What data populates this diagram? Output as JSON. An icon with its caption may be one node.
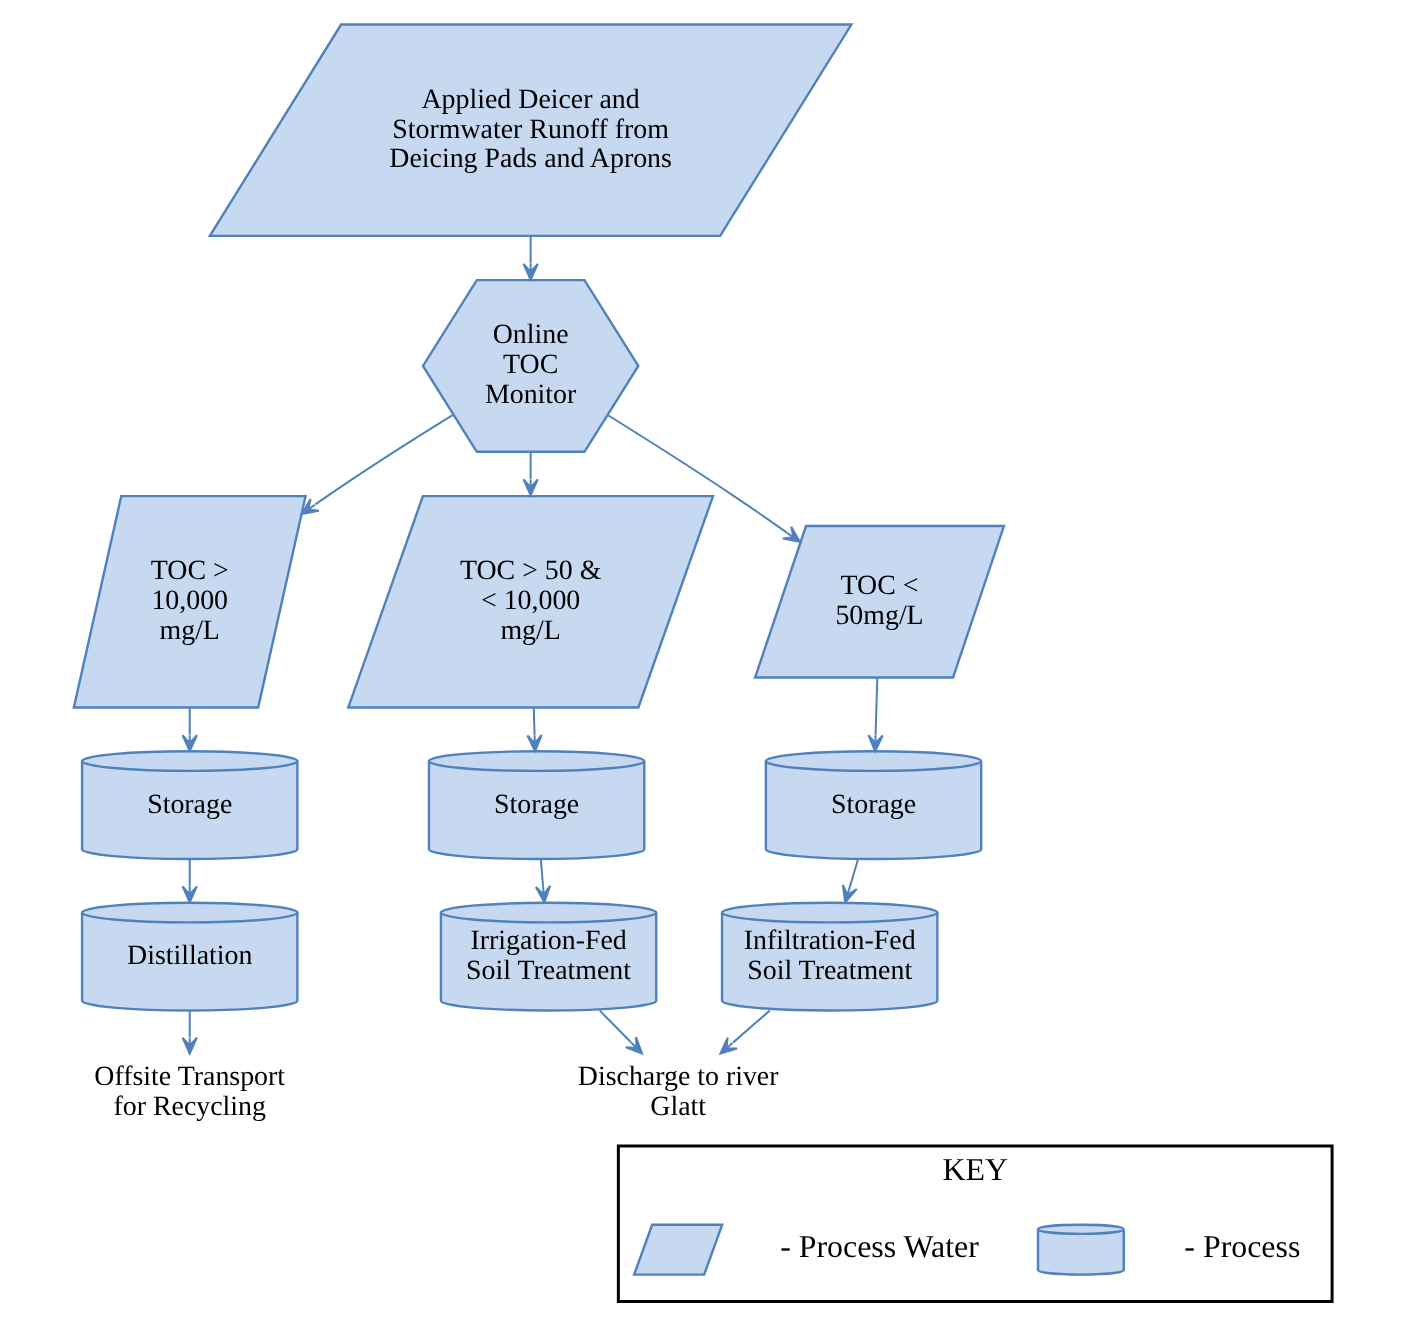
{
  "diagram": {
    "nodes": [
      {
        "text": [
          "Applied Deicer and Stormwater Runoff from Deicing Pads and Aprons"
        ]
      },
      {
        "text": [
          "Online TOC Monitor"
        ]
      },
      {
        "text": [
          "TOC > 10,000 mg/L"
        ]
      },
      {
        "text": [
          "TOC > 50 & < 10,000 mg/L"
        ]
      },
      {
        "text": [
          "TOC < 50mg/L"
        ]
      },
      {
        "text": [
          "Storage"
        ]
      },
      {
        "text": [
          "Storage"
        ]
      },
      {
        "text": [
          "Storage"
        ]
      },
      {
        "text": [
          "Distillation"
        ]
      },
      {
        "text": [
          "Irrigation-Fed Soil Treatment"
        ]
      },
      {
        "text": [
          "Infiltration-Fed Soil Treatment"
        ]
      },
      {
        "text": [
          "Offsite Transport for Recycling"
        ]
      },
      {
        "text": [
          "Discharge to river Glatt"
        ]
      },
      {
        "text": [
          "KEY"
        ]
      },
      {
        "text": [],
        "shape": "parallelogram",
        "in": 13
      },
      {
        "text": [],
        "shape": "cylinder",
        "in": 13
      }
    ],
    "edges": [
      {
        "from": 0,
        "to": 1,
        "arrow": "to"
      },
      {
        "from": 1,
        "to": 2,
        "arrow": "to"
      },
      {
        "from": 1,
        "to": 3,
        "arrow": "to"
      },
      {
        "from": 1,
        "to": 4,
        "arrow": "to"
      },
      {
        "from": 2,
        "to": 5,
        "arrow": "to"
      },
      {
        "from": 3,
        "to": 6,
        "arrow": "to"
      },
      {
        "from": 4,
        "to": 7,
        "arrow": "to"
      },
      {
        "from": 5,
        "to": 8,
        "arrow": "to"
      },
      {
        "from": 6,
        "to": 9,
        "arrow": "to"
      },
      {
        "from": 7,
        "to": 10,
        "arrow": "to"
      },
      {
        "from": 8,
        "to": 11,
        "arrow": "to"
      },
      {
        "from": 9,
        "to": 12,
        "arrow": "to"
      },
      {
        "from": 10,
        "to": 12,
        "arrow": "to"
      }
    ],
    "legend": [
      {
        "text": "- Process Water"
      },
      {
        "text": "- Process"
      }
    ]
  }
}
